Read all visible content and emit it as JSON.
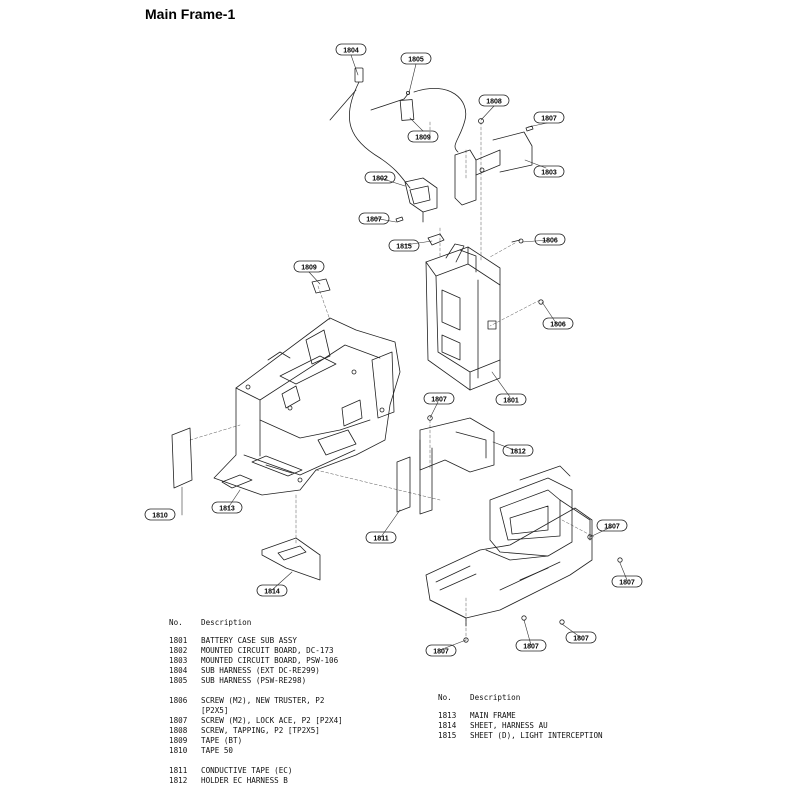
{
  "title": "Main Frame-1",
  "callouts": {
    "c1804": "1804",
    "c1805": "1805",
    "c1808": "1808",
    "c1807a": "1807",
    "c1809a": "1809",
    "c1803": "1803",
    "c1802": "1802",
    "c1807b": "1807",
    "c1815": "1815",
    "c1806a": "1806",
    "c1809b": "1809",
    "c1806b": "1806",
    "c1801": "1801",
    "c1807c": "1807",
    "c1812": "1812",
    "c1810": "1810",
    "c1813": "1813",
    "c1811": "1811",
    "c1807d": "1807",
    "c1807e": "1807",
    "c1814": "1814",
    "c1807f": "1807",
    "c1807g": "1807",
    "c1807h": "1807"
  },
  "parts_left": {
    "header_no": "No.",
    "header_desc": "Description",
    "groups": [
      [
        {
          "no": "1801",
          "desc": "BATTERY CASE SUB ASSY"
        },
        {
          "no": "1802",
          "desc": "MOUNTED CIRCUIT BOARD, DC-173"
        },
        {
          "no": "1803",
          "desc": "MOUNTED CIRCUIT BOARD, PSW-106"
        },
        {
          "no": "1804",
          "desc": "SUB HARNESS (EXT DC-RE299)"
        },
        {
          "no": "1805",
          "desc": "SUB HARNESS (PSW-RE298)"
        }
      ],
      [
        {
          "no": "1806",
          "desc": "SCREW (M2), NEW TRUSTER, P2"
        },
        {
          "no": "",
          "desc": "[P2X5]"
        },
        {
          "no": "1807",
          "desc": "SCREW (M2), LOCK ACE, P2 [P2X4]"
        },
        {
          "no": "1808",
          "desc": "SCREW, TAPPING, P2 [TP2X5]"
        },
        {
          "no": "1809",
          "desc": "TAPE (BT)"
        },
        {
          "no": "1810",
          "desc": "TAPE 50"
        }
      ],
      [
        {
          "no": "1811",
          "desc": "CONDUCTIVE TAPE (EC)"
        },
        {
          "no": "1812",
          "desc": "HOLDER EC HARNESS B"
        }
      ]
    ]
  },
  "parts_right": {
    "header_no": "No.",
    "header_desc": "Description",
    "groups": [
      [
        {
          "no": "1813",
          "desc": "MAIN FRAME"
        },
        {
          "no": "1814",
          "desc": "SHEET, HARNESS AU"
        },
        {
          "no": "1815",
          "desc": "SHEET (D), LIGHT INTERCEPTION"
        }
      ]
    ]
  }
}
